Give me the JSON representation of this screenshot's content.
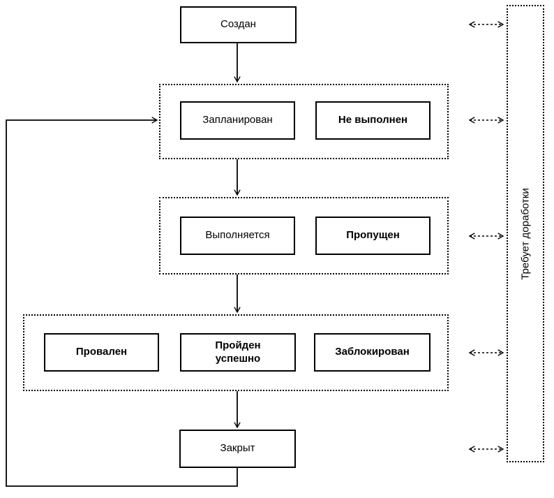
{
  "colors": {
    "line": "#000000",
    "background": "#ffffff"
  },
  "diagram": {
    "description": "state-flow-diagram",
    "nodes": {
      "created": "Создан",
      "planned": "Запланирован",
      "not_executed": "Не выполнен",
      "in_progress": "Выполняется",
      "skipped": "Пропущен",
      "failed": "Провален",
      "passed": "Пройден успешно",
      "blocked": "Заблокирован",
      "closed": "Закрыт",
      "rework": "Требует доработки"
    }
  }
}
